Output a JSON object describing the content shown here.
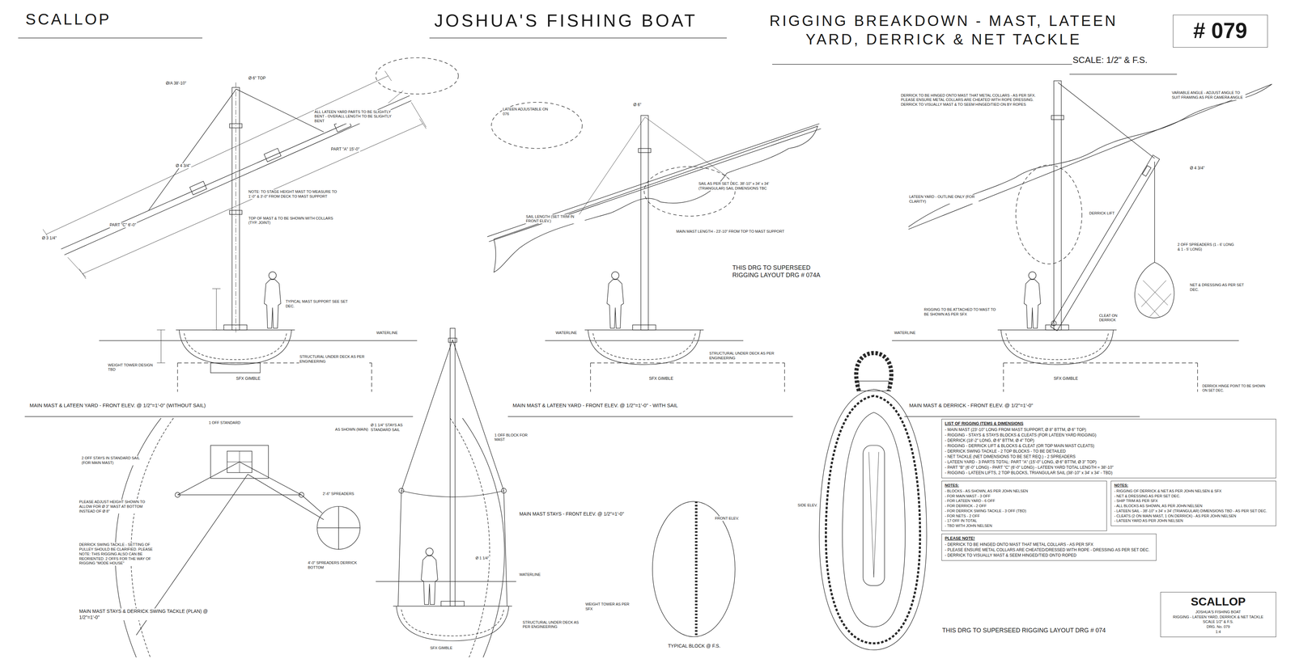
{
  "diagram": {
    "title": "JOSHUA'S FISHING BOAT",
    "nodes": [
      {
        "text": [
          "# 079"
        ]
      },
      {
        "text": [
          "LIST OF RIGGING ITEMS & DIMENSIONS",
          "- MAIN MAST (23'-10\" LONG FROM MAST SUPPORT, Ø 8\" BTTM, Ø 6\" TOP)",
          "- RIGGING - STAYS & STAYS BLOCKS & CLEATS (FOR LATEEN YARD RIGGING)",
          "- DERRICK (18'-2\" LONG, Ø 6\" BTTM, Ø 4\" TOP)",
          "- RIGGING - DERRICK LIFT & BLOCKS & CLEAT (OR TOP MAIN MAST CLEATS)",
          "- DERRICK SWING TACKLE - 2 TOP BLOCKS - TO BE DETAILED",
          "- NET TACKLE (NET DIMENSIONS TO BE SET REQ.) - 2 SPREADERS",
          "- LATEEN YARD - 3 PARTS TOTAL: PART \"A\" (15'-0\" LONG, Ø 6\" BTTM, Ø 3\" TOP)",
          "- PART \"B\" (6'-0\" LONG) - PART \"C\" (6'-0\" LONG) - LATEEN YARD TOTAL LENGTH = 38'-10\"",
          "- RIGGING - LATEEN LIFTS, 2 TOP BLOCKS, TRIANGULAR SAIL (38'-10\" x 34' x 34' - TBD)"
        ]
      },
      {
        "text": [
          "NOTES:",
          "- BLOCKS - AS SHOWN, AS PER JOHN NELSEN",
          "- FOR MAIN MAST - 3 OFF",
          "- FOR LATEEN YARD - 6 OFF",
          "- FOR DERRICK - 2 OFF",
          "- FOR DERRICK SWING TACKLE - 3 OFF (TBD)",
          "- FOR NETS - 2 OFF",
          "- 17 OFF IN TOTAL",
          "- TBD WITH JOHN NELSEN"
        ]
      },
      {
        "text": [
          "NOTES:",
          "- RIGGING OF DERRICK & NET AS PER JOHN NELSEN & SFX",
          "- NET & DRESSING AS PER SET DEC.",
          "- SHIP TRIM AS PER SFX",
          "- ALL BLOCKS AS SHOWN, AS PER JOHN NELSEN",
          "- LATEEN SAIL - 38'-10\" x 34' x 34' (TRIANGULAR) DIMENSIONS TBD - AS PER SET DEC.",
          "- CLEATS (2 ON MAIN MAST, 1 ON DERRICK) - AS PER JOHN NELSEN",
          "- LATEEN YARD AS PER JOHN NELSEN"
        ]
      },
      {
        "text": [
          "PLEASE NOTE!",
          "- DERRICK TO BE HINGED ONTO MAST THAT METAL COLLARS - AS PER SFX",
          "- PLEASE ENSURE METAL COLLARS ARE CHEATED/DRESSED WITH ROPE - DRESSING AS PER SET DEC.",
          "- DERRICK TO VISUALLY MAST & SEEM HINGED/TIED ONTO ROPED"
        ]
      },
      {
        "text": [
          "SCALLOP",
          "JOSHUA'S FISHING BOAT",
          "RIGGING - LATEEN YARD, DERRICK & NET TACKLE",
          "SCALE 1/2\" & F.S.",
          "DRG. No. 079",
          "1:4"
        ]
      }
    ],
    "labels": [
      "SCALLOP",
      "RIGGING BREAKDOWN - MAST, LATEEN YARD, DERRICK & NET TACKLE",
      "SCALE: 1/2\" & F.S.",
      "Ø/A 38'-10\"",
      "Ø 6\" TOP",
      "ALL LATEEN YARD PARTS TO BE SLIGHTLY BENT - OVERALL LENGTH TO BE SLIGHTLY BENT",
      "PART \"A\" 15'-0\"",
      "Ø 4 3/4\"",
      "PART \"C\" 6'-0\"",
      "Ø 3 1/4\"",
      "NOTE: TO STAGE HEIGHT MAST TO MEASURE TO 1'-0\" & 3'-0\" FROM DECK TO MAST SUPPORT",
      "TOP OF MAST & TO BE SHOWN WITH COLLARS (TYP. JOINT)",
      "TYPICAL MAST SUPPORT SEE SET DEC.",
      "WATERLINE",
      "WEIGHT TOWER DESIGN TBD",
      "STRUCTURAL UNDER DECK AS PER ENGINEERING",
      "SFX GIMBLE",
      "MAIN MAST & LATEEN YARD - FRONT ELEV. @ 1/2\"=1'-0\" (WITHOUT SAIL)",
      "LATEEN ADJUSTABLE ON 076",
      "Ø 6\"",
      "SAIL AS PER SET DEC. 38'-10\" x 34' x 34' (TRIANGULAR) SAIL DIMENSIONS TBC",
      "SAIL LENGTH (SET TRIM IN FRONT ELEV.)",
      "MAIN MAST LENGTH - 23'-10\" FROM TOP TO MAST SUPPORT",
      "THIS DRG TO SUPERSEED RIGGING LAYOUT DRG # 074A",
      "WATERLINE",
      "STRUCTURAL UNDER DECK AS PER ENGINEERING",
      "SFX GIMBLE",
      "MAIN MAST & LATEEN YARD - FRONT ELEV. @ 1/2\"=1'-0\" - WITH SAIL",
      "DERRICK TO BE HINGED ONTO MAST THAT METAL COLLARS - AS PER SFX. PLEASE ENSURE METAL COLLARS ARE CHEATED WITH ROPE DRESSING. DERRICK TO VISUALLY MAST & TO SEEM HINGED/TIED ON BY ROPES",
      "VARIABLE ANGLE - ADJUST ANGLE TO SUIT FRAMING AS PER CAMERA ANGLE",
      "LATEEN YARD - OUTLINE ONLY (FOR CLARITY)",
      "Ø 4 3/4\"",
      "DERRICK LIFT",
      "2 OFF SPREADERS (1 - 6' LONG & 1 - 5' LONG)",
      "NET & DRESSING AS PER SET DEC.",
      "RIGGING TO BE ATTACHED TO MAST TO BE SHOWN AS PER SFX",
      "CLEAT ON DERRICK",
      "WATERLINE",
      "SFX GIMBLE",
      "DERRICK HINGE POINT TO BE SHOWN ON SET DEC.",
      "MAIN MAST & DERRICK - FRONT ELEV. @ 1/2\"=1'-0\"",
      "2 OFF STAYS IN STANDARD SAIL (FOR MAIN MAST)",
      "1 OFF STANDARD",
      "AS SHOWN (MAIN)",
      "PLEASE ADJUST HEIGHT SHOWN TO ALLOW FOR Ø 3\" MAST AT BOTTOM INSTEAD OF Ø 8\"",
      "DERRICK SWING TACKLE - SETTING OF PULLEY SHOULD BE CLARIFIED. PLEASE NOTE: THIS RIGGING ALSO CAN BE REORIENTED. 2 OFFS FOR THE WAY OF RIGGING \"MODE HOUSE\"",
      "MAIN MAST STAYS & DERRICK SWING TACKLE (PLAN) @ 1/2\"=1'-0\"",
      "2'-6\" SPREADERS",
      "4'-0\" SPREADERS DERRICK BOTTOM",
      "Ø 1 1/4\" STAYS AS STANDARD SAIL",
      "1 OFF BLOCK FOR MAST",
      "MAIN MAST STAYS - FRONT ELEV. @ 1/2\"=1'-0\"",
      "Ø 1 1/4\"",
      "WATERLINE",
      "STRUCTURAL UNDER DECK AS PER ENGINEERING",
      "WEIGHT TOWER AS PER SFX",
      "SFX GIMBLE",
      "FRONT ELEV.",
      "SIDE ELEV.",
      "TYPICAL BLOCK @ F.S.",
      "THIS DRG TO SUPERSEED RIGGING LAYOUT DRG # 074"
    ]
  }
}
